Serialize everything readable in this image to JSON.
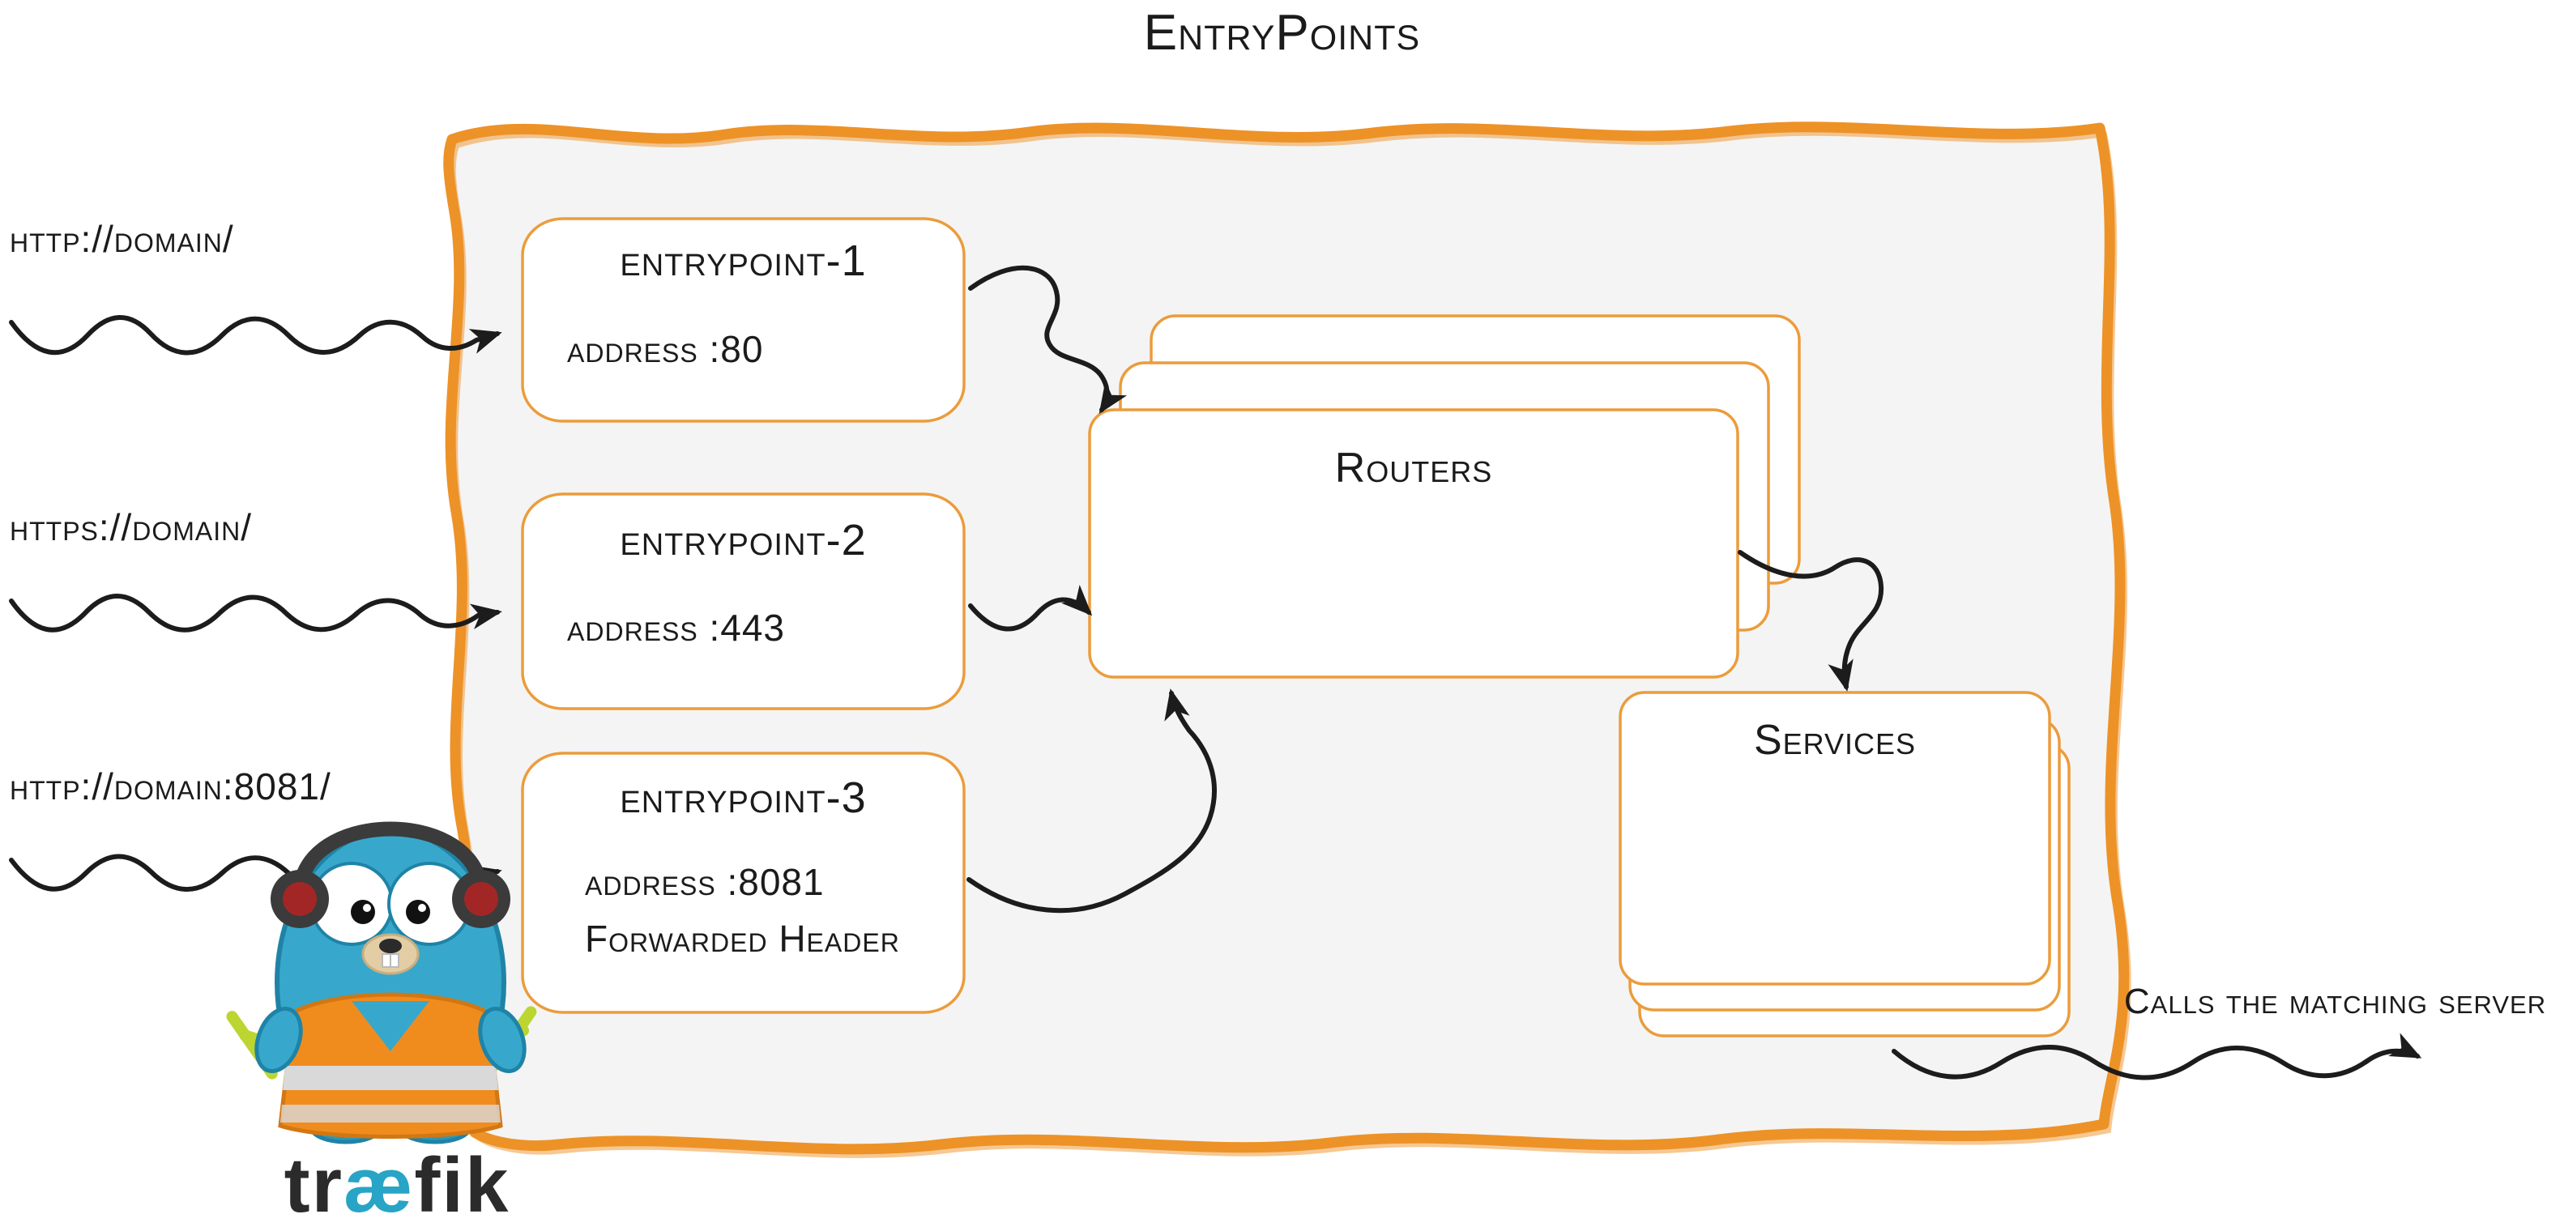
{
  "title": "EntryPoints",
  "requests": [
    {
      "label": "http://domain/"
    },
    {
      "label": "https://domain/"
    },
    {
      "label": "http://domain:8081/"
    }
  ],
  "entrypoints": [
    {
      "name": "entrypoint-1",
      "address": "address :80"
    },
    {
      "name": "entrypoint-2",
      "address": "address :443"
    },
    {
      "name": "entrypoint-3",
      "address": "address :8081",
      "extra": "Forwarded Header"
    }
  ],
  "routers_label": "Routers",
  "services_label": "Services",
  "outgoing_label": "Calls the matching server",
  "logo": {
    "pre": "tr",
    "ligature": "æ",
    "post": "fik",
    "mascot_icon": "traefik-gopher-mascot"
  },
  "colors": {
    "border_orange": "#ed9227",
    "box_orange": "#eb9c3c",
    "ink_black": "#1c1c1c",
    "panel_fill": "#f4f4f4",
    "logo_teal": "#28a4c6",
    "gopher_blue": "#37a8cc",
    "vest_orange": "#f08c1e",
    "glowstick_green": "#bcd531"
  }
}
